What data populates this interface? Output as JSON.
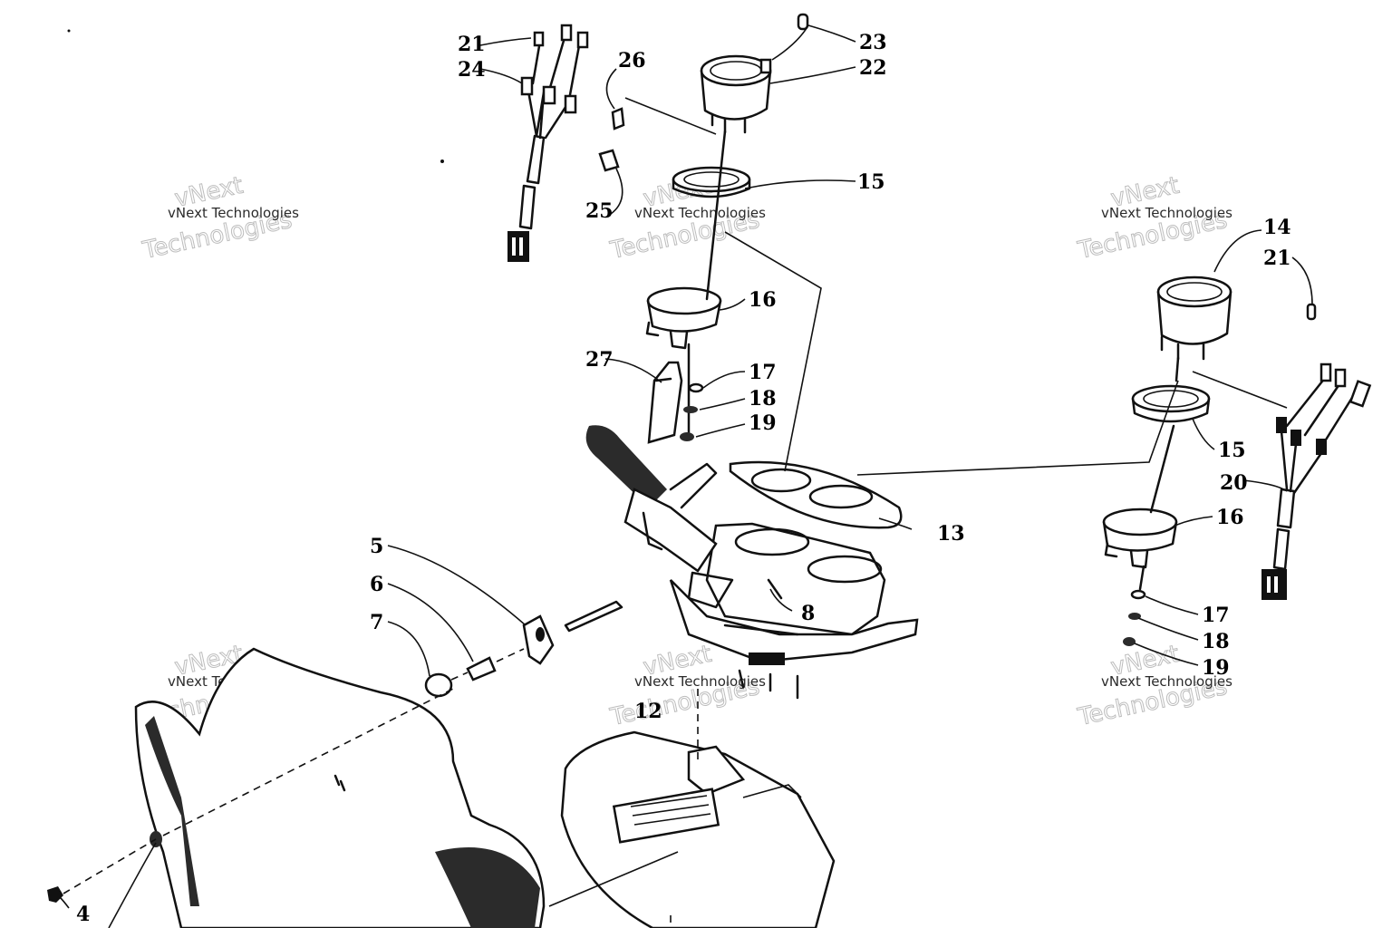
{
  "diagram": {
    "callouts": [
      {
        "id": "c21a",
        "label": "21"
      },
      {
        "id": "c24",
        "label": "24"
      },
      {
        "id": "c26",
        "label": "26"
      },
      {
        "id": "c25",
        "label": "25"
      },
      {
        "id": "c23",
        "label": "23"
      },
      {
        "id": "c22",
        "label": "22"
      },
      {
        "id": "c15a",
        "label": "15"
      },
      {
        "id": "c16a",
        "label": "16"
      },
      {
        "id": "c27",
        "label": "27"
      },
      {
        "id": "c17a",
        "label": "17"
      },
      {
        "id": "c18a",
        "label": "18"
      },
      {
        "id": "c19a",
        "label": "19"
      },
      {
        "id": "c14",
        "label": "14"
      },
      {
        "id": "c21b",
        "label": "21"
      },
      {
        "id": "c15b",
        "label": "15"
      },
      {
        "id": "c20",
        "label": "20"
      },
      {
        "id": "c16b",
        "label": "16"
      },
      {
        "id": "c17b",
        "label": "17"
      },
      {
        "id": "c18b",
        "label": "18"
      },
      {
        "id": "c19b",
        "label": "19"
      },
      {
        "id": "c13",
        "label": "13"
      },
      {
        "id": "c5",
        "label": "5"
      },
      {
        "id": "c6",
        "label": "6"
      },
      {
        "id": "c7",
        "label": "7"
      },
      {
        "id": "c8",
        "label": "8"
      },
      {
        "id": "c12",
        "label": "12"
      },
      {
        "id": "c4",
        "label": "4"
      }
    ],
    "watermark": {
      "text_small": "vNext Technologies",
      "text_big_line1": "vNext",
      "text_big_line2": "Technologies"
    }
  }
}
